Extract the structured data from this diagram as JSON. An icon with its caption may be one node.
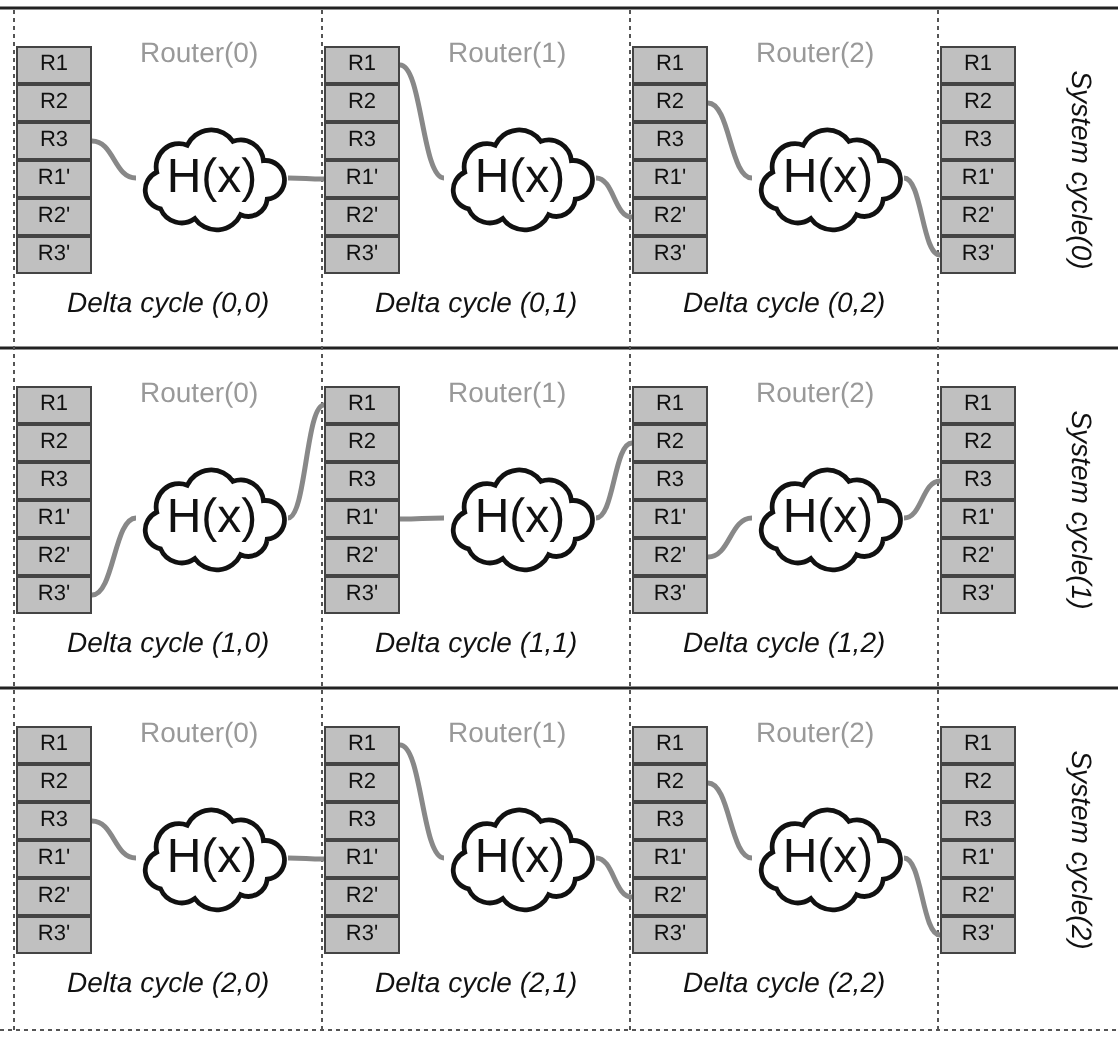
{
  "diagram": {
    "nodes": [
      {
        "text": [
          "R1"
        ]
      },
      {
        "text": [
          "R2"
        ]
      },
      {
        "text": [
          "R3"
        ]
      },
      {
        "text": [
          "R1'"
        ]
      },
      {
        "text": [
          "R2'"
        ]
      },
      {
        "text": [
          "R3'"
        ]
      },
      {
        "text": [
          "H(x)"
        ]
      },
      {
        "text": [
          "R1"
        ]
      },
      {
        "text": [
          "R2"
        ]
      },
      {
        "text": [
          "R3"
        ]
      },
      {
        "text": [
          "R1'"
        ]
      },
      {
        "text": [
          "R2'"
        ]
      },
      {
        "text": [
          "R3'"
        ]
      },
      {
        "text": [
          "H(x)"
        ]
      },
      {
        "text": [
          "R1"
        ]
      },
      {
        "text": [
          "R2"
        ]
      },
      {
        "text": [
          "R3"
        ]
      },
      {
        "text": [
          "R1'"
        ]
      },
      {
        "text": [
          "R2'"
        ]
      },
      {
        "text": [
          "R3'"
        ]
      },
      {
        "text": [
          "H(x)"
        ]
      },
      {
        "text": [
          "R1"
        ]
      },
      {
        "text": [
          "R2"
        ]
      },
      {
        "text": [
          "R3"
        ]
      },
      {
        "text": [
          "R1'"
        ]
      },
      {
        "text": [
          "R2'"
        ]
      },
      {
        "text": [
          "R3'"
        ]
      },
      {
        "text": [
          "R1"
        ]
      },
      {
        "text": [
          "R2"
        ]
      },
      {
        "text": [
          "R3"
        ]
      },
      {
        "text": [
          "R1'"
        ]
      },
      {
        "text": [
          "R2'"
        ]
      },
      {
        "text": [
          "R3'"
        ]
      },
      {
        "text": [
          "H(x)"
        ]
      },
      {
        "text": [
          "R1"
        ]
      },
      {
        "text": [
          "R2"
        ]
      },
      {
        "text": [
          "R3"
        ]
      },
      {
        "text": [
          "R1'"
        ]
      },
      {
        "text": [
          "R2'"
        ]
      },
      {
        "text": [
          "R3'"
        ]
      },
      {
        "text": [
          "H(x)"
        ]
      },
      {
        "text": [
          "R1"
        ]
      },
      {
        "text": [
          "R2"
        ]
      },
      {
        "text": [
          "R3"
        ]
      },
      {
        "text": [
          "R1'"
        ]
      },
      {
        "text": [
          "R2'"
        ]
      },
      {
        "text": [
          "R3'"
        ]
      },
      {
        "text": [
          "H(x)"
        ]
      },
      {
        "text": [
          "R1"
        ]
      },
      {
        "text": [
          "R2"
        ]
      },
      {
        "text": [
          "R3"
        ]
      },
      {
        "text": [
          "R1'"
        ]
      },
      {
        "text": [
          "R2'"
        ]
      },
      {
        "text": [
          "R3'"
        ]
      },
      {
        "text": [
          "R1"
        ]
      },
      {
        "text": [
          "R2"
        ]
      },
      {
        "text": [
          "R3"
        ]
      },
      {
        "text": [
          "R1'"
        ]
      },
      {
        "text": [
          "R2'"
        ]
      },
      {
        "text": [
          "R3'"
        ]
      },
      {
        "text": [
          "H(x)"
        ]
      },
      {
        "text": [
          "R1"
        ]
      },
      {
        "text": [
          "R2"
        ]
      },
      {
        "text": [
          "R3"
        ]
      },
      {
        "text": [
          "R1'"
        ]
      },
      {
        "text": [
          "R2'"
        ]
      },
      {
        "text": [
          "R3'"
        ]
      },
      {
        "text": [
          "H(x)"
        ]
      },
      {
        "text": [
          "R1"
        ]
      },
      {
        "text": [
          "R2"
        ]
      },
      {
        "text": [
          "R3"
        ]
      },
      {
        "text": [
          "R1'"
        ]
      },
      {
        "text": [
          "R2'"
        ]
      },
      {
        "text": [
          "R3'"
        ]
      },
      {
        "text": [
          "H(x)"
        ]
      },
      {
        "text": [
          "R1"
        ]
      },
      {
        "text": [
          "R2"
        ]
      },
      {
        "text": [
          "R3"
        ]
      },
      {
        "text": [
          "R1'"
        ]
      },
      {
        "text": [
          "R2'"
        ]
      },
      {
        "text": [
          "R3'"
        ]
      }
    ],
    "edges": [
      {
        "from": 2,
        "to": 6,
        "arrow": "none"
      },
      {
        "from": 6,
        "to": 10,
        "arrow": "none"
      },
      {
        "from": 7,
        "to": 13,
        "arrow": "none"
      },
      {
        "from": 13,
        "to": 18,
        "arrow": "none"
      },
      {
        "from": 15,
        "to": 20,
        "arrow": "none"
      },
      {
        "from": 20,
        "to": 26,
        "arrow": "none"
      },
      {
        "from": 32,
        "to": 33,
        "arrow": "none"
      },
      {
        "from": 33,
        "to": 34,
        "arrow": "none"
      },
      {
        "from": 37,
        "to": 40,
        "arrow": "none"
      },
      {
        "from": 40,
        "to": 42,
        "arrow": "none"
      },
      {
        "from": 45,
        "to": 47,
        "arrow": "none"
      },
      {
        "from": 47,
        "to": 50,
        "arrow": "none"
      },
      {
        "from": 56,
        "to": 60,
        "arrow": "none"
      },
      {
        "from": 60,
        "to": 64,
        "arrow": "none"
      },
      {
        "from": 61,
        "to": 67,
        "arrow": "none"
      },
      {
        "from": 67,
        "to": 72,
        "arrow": "none"
      },
      {
        "from": 69,
        "to": 74,
        "arrow": "none"
      },
      {
        "from": 74,
        "to": 80,
        "arrow": "none"
      }
    ],
    "labels": [
      "Router(0)",
      "Router(1)",
      "Router(2)",
      "System cycle(0)",
      "Delta cycle (0,0)",
      "Delta cycle (0,1)",
      "Delta cycle (0,2)",
      "Router(0)",
      "Router(1)",
      "Router(2)",
      "System cycle(1)",
      "Delta cycle (1,0)",
      "Delta cycle (1,1)",
      "Delta cycle (1,2)",
      "Router(0)",
      "Router(1)",
      "Router(2)",
      "System cycle(2)",
      "Delta cycle (2,0)",
      "Delta cycle (2,1)",
      "Delta cycle (2,2)"
    ]
  }
}
